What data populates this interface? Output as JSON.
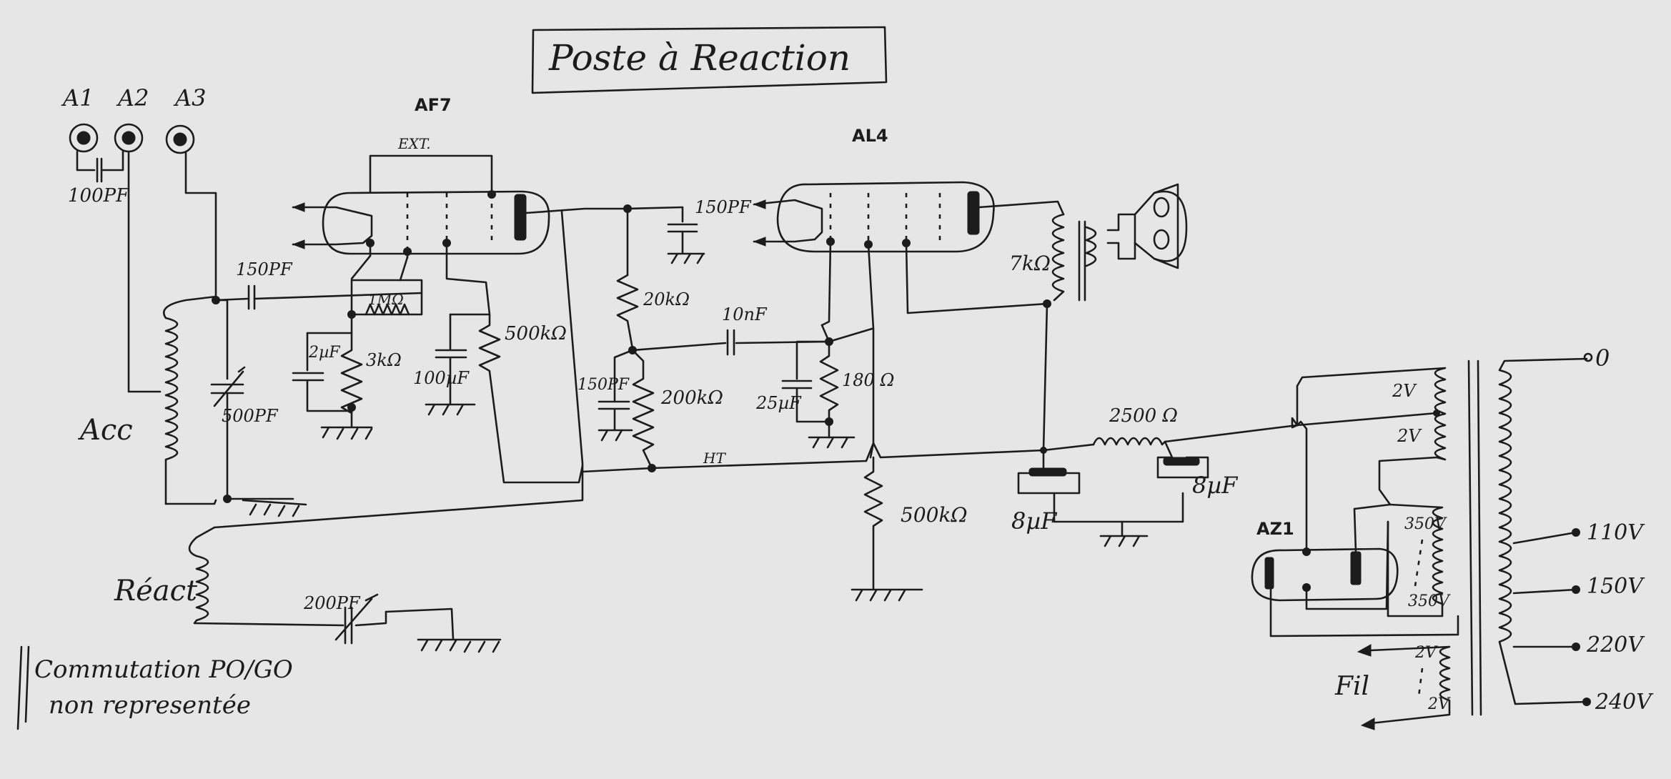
{
  "title": "Poste à Reaction",
  "note": [
    "Commutation PO/GO",
    "non representée"
  ],
  "antenna": {
    "a1": "A1",
    "a2": "A2",
    "a3": "A3",
    "cap": "100PF"
  },
  "tubes": {
    "af7": "AF7",
    "af7_shield": "EXT.",
    "al4": "AL4",
    "az1": "AZ1"
  },
  "labels": {
    "acc": "Acc",
    "reset": "Réact",
    "fil": "Fil",
    "ht": "HT",
    "c150_grid": "150PF",
    "c500": "500PF",
    "r1m": "1MΩ",
    "c2uf": "2µF",
    "r3k": "3kΩ",
    "c100uf": "100µF",
    "r500k_top": "500kΩ",
    "c150_anode": "150PF",
    "r20k": "20kΩ",
    "c10nf": "10nF",
    "c150_low": "150PF",
    "r200k": "200kΩ",
    "c25uf": "25µF",
    "r180": "180 Ω",
    "r7k": "7kΩ",
    "r2500": "2500 Ω",
    "r500k_low": "500kΩ",
    "c8uf_a": "8µF",
    "c8uf_b": "8µF",
    "c200": "200PF",
    "tr_2v_a": "2V",
    "tr_2v_b": "2V",
    "tr_350_a": "350V",
    "tr_350_b": "350V",
    "tr_fil_a": "2V",
    "tr_fil_b": "2V",
    "tap_0": "0",
    "tap_110": "110V",
    "tap_150": "150V",
    "tap_220": "220V",
    "tap_240": "240V"
  }
}
